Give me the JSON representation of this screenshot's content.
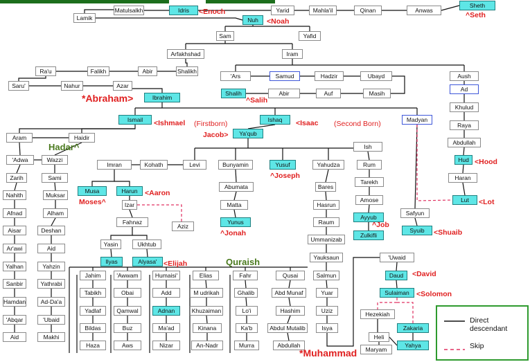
{
  "nodes": [
    {
      "id": "matulsalkh",
      "label": "Matulsalkh"
    },
    {
      "id": "idris",
      "label": "Idris",
      "hl": true
    },
    {
      "id": "lamik",
      "label": "Lamik"
    },
    {
      "id": "yarid",
      "label": "Yarid"
    },
    {
      "id": "mahlail",
      "label": "Mahla'il"
    },
    {
      "id": "qinan",
      "label": "Qinan"
    },
    {
      "id": "anwas",
      "label": "Anwas"
    },
    {
      "id": "sheth",
      "label": "Sheth",
      "hl": true
    },
    {
      "id": "nuh",
      "label": "Nuh",
      "hl": true
    },
    {
      "id": "sam",
      "label": "Sam"
    },
    {
      "id": "yafid",
      "label": "Yafid"
    },
    {
      "id": "arfakhshad",
      "label": "Arfakhshad"
    },
    {
      "id": "iram",
      "label": "Iram"
    },
    {
      "id": "rau",
      "label": "Ra'u"
    },
    {
      "id": "falikh",
      "label": "Falikh"
    },
    {
      "id": "abir1",
      "label": "Abir"
    },
    {
      "id": "shalikh",
      "label": "Shalikh"
    },
    {
      "id": "saru",
      "label": "Saru'"
    },
    {
      "id": "nahur",
      "label": "Nahur"
    },
    {
      "id": "azar",
      "label": "Azar"
    },
    {
      "id": "ars",
      "label": "'Ars"
    },
    {
      "id": "samud",
      "label": "Samud",
      "blue": true
    },
    {
      "id": "hadzir",
      "label": "Hadzir"
    },
    {
      "id": "ubayd",
      "label": "Ubayd"
    },
    {
      "id": "aush",
      "label": "Aush"
    },
    {
      "id": "ad",
      "label": "Ad",
      "blue": true
    },
    {
      "id": "shalih",
      "label": "Shalih",
      "hl": true
    },
    {
      "id": "abir2",
      "label": "Abir"
    },
    {
      "id": "auf",
      "label": "Auf"
    },
    {
      "id": "masih",
      "label": "Masih"
    },
    {
      "id": "ibrahim",
      "label": "Ibrahim",
      "hl": true
    },
    {
      "id": "khulud",
      "label": "Khulud"
    },
    {
      "id": "ismail",
      "label": "Ismail",
      "hl": true
    },
    {
      "id": "ishaq",
      "label": "Ishaq",
      "hl": true
    },
    {
      "id": "madyan",
      "label": "Madyan",
      "blue": true
    },
    {
      "id": "raya",
      "label": "Raya"
    },
    {
      "id": "aram",
      "label": "Aram"
    },
    {
      "id": "haidir",
      "label": "Haidir"
    },
    {
      "id": "yaqub",
      "label": "Ya'qub",
      "hl": true
    },
    {
      "id": "abdullah1",
      "label": "Abdullah"
    },
    {
      "id": "ish",
      "label": "Ish"
    },
    {
      "id": "adwa",
      "label": "'Adwa"
    },
    {
      "id": "wazzi",
      "label": "Wazzi"
    },
    {
      "id": "imran",
      "label": "Imran"
    },
    {
      "id": "kohath",
      "label": "Kohath"
    },
    {
      "id": "levi",
      "label": "Levi"
    },
    {
      "id": "bunyamin",
      "label": "Bunyamin"
    },
    {
      "id": "yusuf",
      "label": "Yusuf",
      "hl": true
    },
    {
      "id": "yahudza",
      "label": "Yahudza"
    },
    {
      "id": "rum",
      "label": "Rum"
    },
    {
      "id": "hud",
      "label": "Hud",
      "hl": true
    },
    {
      "id": "zarih",
      "label": "Zarih"
    },
    {
      "id": "sami",
      "label": "Sami"
    },
    {
      "id": "tarekh",
      "label": "Tarekh"
    },
    {
      "id": "haran",
      "label": "Haran"
    },
    {
      "id": "musa",
      "label": "Musa",
      "hl": true
    },
    {
      "id": "harun",
      "label": "Harun",
      "hl": true
    },
    {
      "id": "abumata",
      "label": "Abumata"
    },
    {
      "id": "bares",
      "label": "Bares"
    },
    {
      "id": "nahith",
      "label": "Nahith"
    },
    {
      "id": "muksar",
      "label": "Muksar"
    },
    {
      "id": "izar",
      "label": "Izar"
    },
    {
      "id": "amose",
      "label": "Amose"
    },
    {
      "id": "lut",
      "label": "Lut",
      "hl": true
    },
    {
      "id": "matta",
      "label": "Matta"
    },
    {
      "id": "hasrun",
      "label": "Hasrun"
    },
    {
      "id": "afnad",
      "label": "Afnad"
    },
    {
      "id": "alham",
      "label": "Alham"
    },
    {
      "id": "safyun",
      "label": "Safyun"
    },
    {
      "id": "fahnaz",
      "label": "Fahnaz"
    },
    {
      "id": "aziz",
      "label": "Aziz"
    },
    {
      "id": "yunus",
      "label": "Yunus",
      "hl": true
    },
    {
      "id": "raum",
      "label": "Raum"
    },
    {
      "id": "ayyub",
      "label": "Ayyub",
      "hl": true
    },
    {
      "id": "aisar",
      "label": "Aisar"
    },
    {
      "id": "deshan",
      "label": "Deshan"
    },
    {
      "id": "syuib",
      "label": "Syuib",
      "hl": true
    },
    {
      "id": "zulkifli",
      "label": "Zulkifli",
      "hl": true
    },
    {
      "id": "ummanizab",
      "label": "Ummanizab"
    },
    {
      "id": "yasin",
      "label": "Yasin"
    },
    {
      "id": "ukhtub",
      "label": "Ukhtub"
    },
    {
      "id": "arawi",
      "label": "Ar'awi"
    },
    {
      "id": "aid1",
      "label": "Aid"
    },
    {
      "id": "yauksaun",
      "label": "Yauksaun"
    },
    {
      "id": "uwaid",
      "label": "'Uwaid"
    },
    {
      "id": "ilyas",
      "label": "Ilyas",
      "hl": true
    },
    {
      "id": "alyasa",
      "label": "Alyasa'",
      "hl": true
    },
    {
      "id": "yalhan",
      "label": "Yalhan"
    },
    {
      "id": "yahzin",
      "label": "Yahzin"
    },
    {
      "id": "jahim",
      "label": "Jahim"
    },
    {
      "id": "awwam",
      "label": "'Awwam"
    },
    {
      "id": "humaisi",
      "label": "Humaisi'"
    },
    {
      "id": "elias",
      "label": "Elias"
    },
    {
      "id": "fahr",
      "label": "Fahr"
    },
    {
      "id": "qusai",
      "label": "Qusai"
    },
    {
      "id": "salmun",
      "label": "Salmun"
    },
    {
      "id": "daud",
      "label": "Daud",
      "hl": true
    },
    {
      "id": "sanbir",
      "label": "Sanbir"
    },
    {
      "id": "yathrabi",
      "label": "Yathrabi"
    },
    {
      "id": "tabikh",
      "label": "Tabikh"
    },
    {
      "id": "obai",
      "label": "Obai"
    },
    {
      "id": "add",
      "label": "Add"
    },
    {
      "id": "mudrikah",
      "label": "M udrikah"
    },
    {
      "id": "ghalib",
      "label": "Ghalib"
    },
    {
      "id": "abdmunaf",
      "label": "Abd Munaf"
    },
    {
      "id": "yuar",
      "label": "Yuar"
    },
    {
      "id": "sulaiman",
      "label": "Sulaiman",
      "hl": true
    },
    {
      "id": "hamdan",
      "label": "Hamdan"
    },
    {
      "id": "addaa",
      "label": "Ad-Da'a"
    },
    {
      "id": "yadlaf",
      "label": "Yadlaf"
    },
    {
      "id": "qamwal",
      "label": "Qamwal"
    },
    {
      "id": "adnan",
      "label": "Adnan",
      "hl": true
    },
    {
      "id": "khuzaiman",
      "label": "Khuzaiman"
    },
    {
      "id": "loi",
      "label": "Lo'i"
    },
    {
      "id": "hashim",
      "label": "Hashim"
    },
    {
      "id": "uziz",
      "label": "Uziz"
    },
    {
      "id": "hezekiah",
      "label": "Hezekiah"
    },
    {
      "id": "abqar",
      "label": "'Abqar"
    },
    {
      "id": "ubaid",
      "label": "'Ubaid"
    },
    {
      "id": "bildas",
      "label": "Bildas"
    },
    {
      "id": "buz",
      "label": "Buz"
    },
    {
      "id": "maad",
      "label": "Ma'ad"
    },
    {
      "id": "kinana",
      "label": "Kinana"
    },
    {
      "id": "kab",
      "label": "Ka'b"
    },
    {
      "id": "abdulmutalib",
      "label": "Abdul Mutalib"
    },
    {
      "id": "isya",
      "label": "Isya"
    },
    {
      "id": "zakaria",
      "label": "Zakaria",
      "hl": true
    },
    {
      "id": "aid2",
      "label": "Aid"
    },
    {
      "id": "makhi",
      "label": "Makhi"
    },
    {
      "id": "haza",
      "label": "Haza"
    },
    {
      "id": "aws",
      "label": "Aws"
    },
    {
      "id": "nizar",
      "label": "Nizar"
    },
    {
      "id": "annadr",
      "label": "An-Nadr"
    },
    {
      "id": "murra",
      "label": "Murra"
    },
    {
      "id": "abdullah2",
      "label": "Abdullah"
    },
    {
      "id": "heli",
      "label": "Heli"
    },
    {
      "id": "yahya",
      "label": "Yahya",
      "hl": true
    },
    {
      "id": "maryam",
      "label": "Maryam"
    }
  ],
  "labels": [
    {
      "id": "enoch",
      "text": "<Enoch",
      "color": "#e02020"
    },
    {
      "id": "noah",
      "text": "<Noah",
      "color": "#e02020"
    },
    {
      "id": "seth",
      "text": "^Seth",
      "color": "#e02020"
    },
    {
      "id": "abraham",
      "text": "*Abraham>",
      "color": "#e02020",
      "big": true
    },
    {
      "id": "salih",
      "text": "^Salih",
      "color": "#e02020"
    },
    {
      "id": "ishmael",
      "text": "<Ishmael",
      "color": "#e02020"
    },
    {
      "id": "firstborn",
      "text": "(Firstborn)",
      "color": "#e02020",
      "normal": true
    },
    {
      "id": "isaac",
      "text": "<Isaac",
      "color": "#e02020"
    },
    {
      "id": "secondborn",
      "text": "(Second Born)",
      "color": "#e02020",
      "normal": true
    },
    {
      "id": "jacob",
      "text": "Jacob>",
      "color": "#e02020"
    },
    {
      "id": "hadar",
      "text": "Hadar^",
      "color": "#4a7a1e",
      "q": true
    },
    {
      "id": "hood",
      "text": "<Hood",
      "color": "#e02020"
    },
    {
      "id": "joseph",
      "text": "^Joseph",
      "color": "#e02020"
    },
    {
      "id": "aaron",
      "text": "<Aaron",
      "color": "#e02020"
    },
    {
      "id": "moses",
      "text": "Moses^",
      "color": "#e02020"
    },
    {
      "id": "lot",
      "text": "<Lot",
      "color": "#e02020"
    },
    {
      "id": "job",
      "text": "^Job",
      "color": "#e02020"
    },
    {
      "id": "shuaib",
      "text": "<Shuaib",
      "color": "#e02020"
    },
    {
      "id": "jonah",
      "text": "^Jonah",
      "color": "#e02020"
    },
    {
      "id": "quraish",
      "text": "Quraish",
      "color": "#4a7a1e",
      "q": true
    },
    {
      "id": "elijah",
      "text": "<Elijah",
      "color": "#e02020"
    },
    {
      "id": "david",
      "text": "<David",
      "color": "#e02020"
    },
    {
      "id": "solomon",
      "text": "<Solomon",
      "color": "#e02020"
    },
    {
      "id": "muhammad",
      "text": "*Muhammad",
      "color": "#e02020",
      "big": true
    }
  ],
  "legend": {
    "direct": "Direct descendant",
    "skip": "Skip"
  },
  "colors": {
    "highlight": "#5ee6e6",
    "line": "#111111",
    "skip_line": "#e03060",
    "prophet_label": "#e02020",
    "tribe_label": "#4a7a1e",
    "legend_border": "#2e9a2e"
  }
}
